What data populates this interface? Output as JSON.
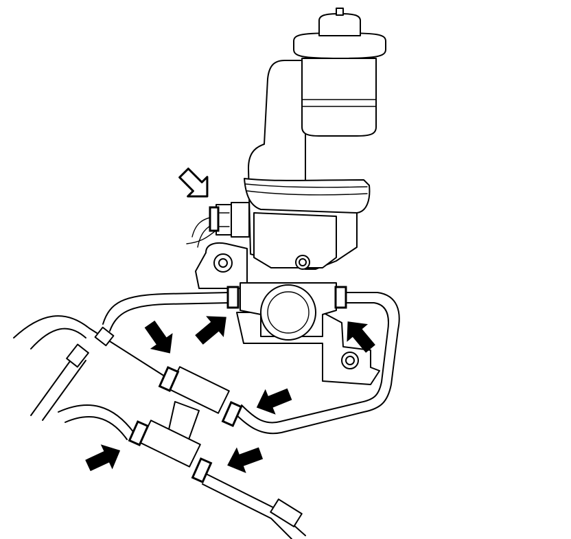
{
  "diagram": {
    "components": [
      {
        "id": "reservoir",
        "icon": "reservoir-icon"
      },
      {
        "id": "master-cylinder",
        "icon": "cylinder-icon"
      },
      {
        "id": "connector",
        "icon": "connector-icon"
      },
      {
        "id": "mounting-bracket",
        "icon": "bracket-icon"
      },
      {
        "id": "brake-lines",
        "icon": "pipe-icon"
      }
    ],
    "callouts": {
      "outline_arrows": 1,
      "solid_arrows": 6,
      "fitting_count": 7
    },
    "colors": {
      "line": "#000000",
      "background": "#ffffff",
      "arrow_fill": "#000000"
    }
  }
}
